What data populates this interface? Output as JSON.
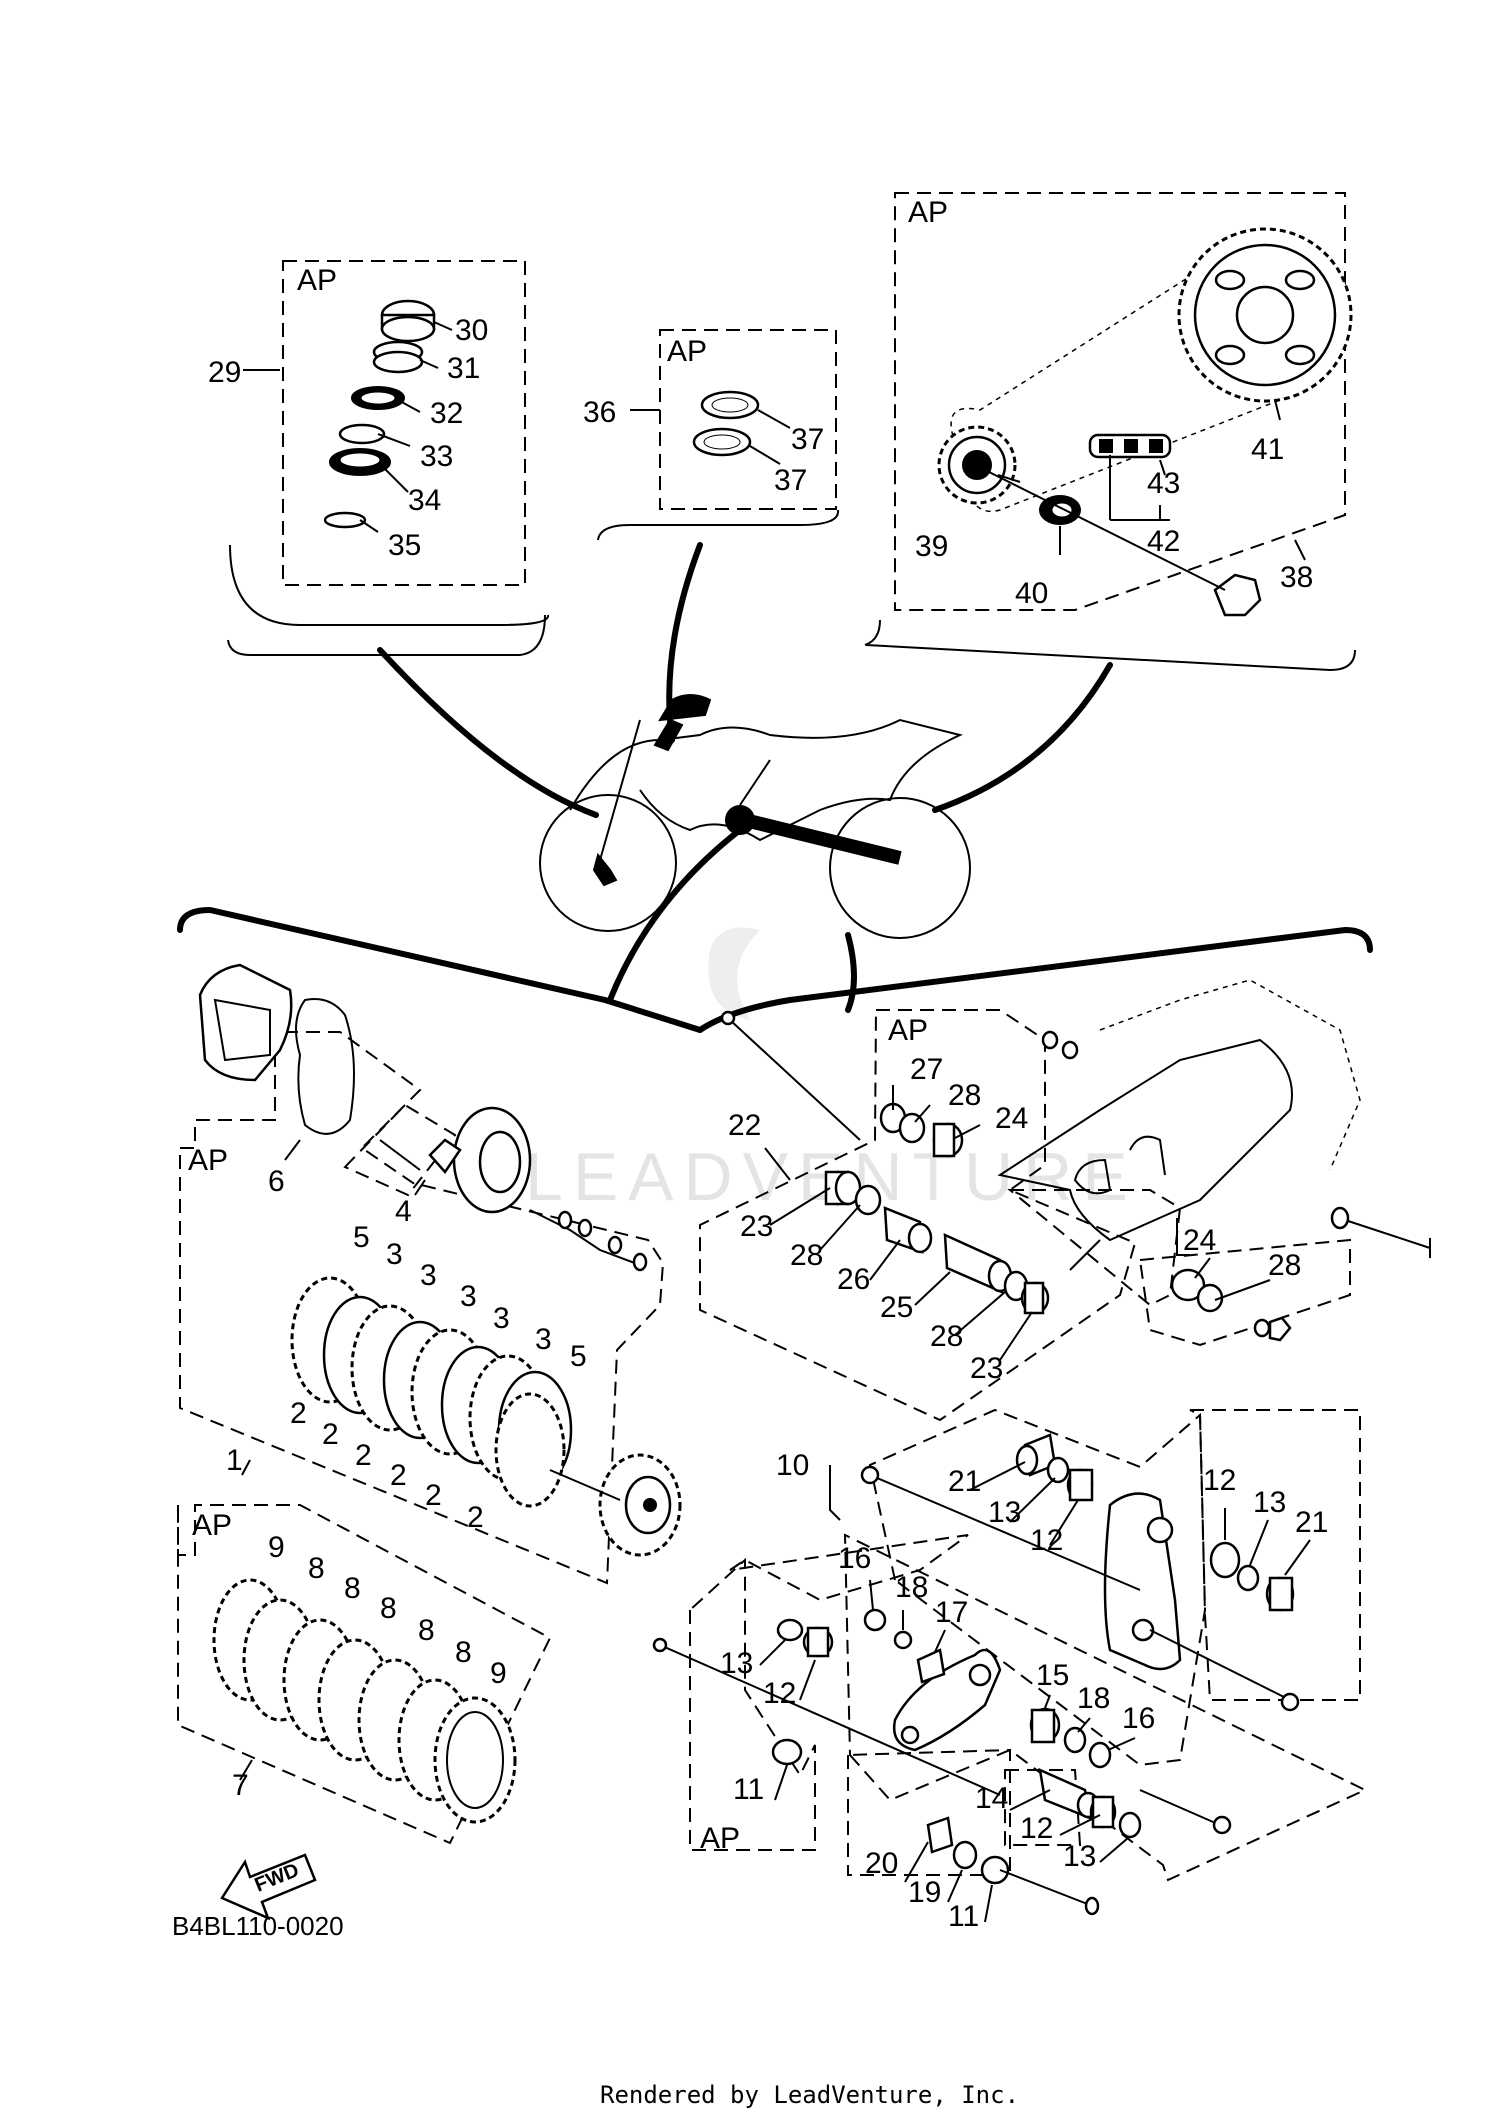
{
  "diagram": {
    "code": "B4BL110-0020",
    "footer": "Rendered by LeadVenture, Inc.",
    "watermark": "LEADVENTURE",
    "direction_label": "FWD",
    "assembly_label": "AP",
    "callouts": [
      {
        "id": "c30",
        "text": "30"
      },
      {
        "id": "c31",
        "text": "31"
      },
      {
        "id": "c29",
        "text": "29"
      },
      {
        "id": "c32",
        "text": "32"
      },
      {
        "id": "c33",
        "text": "33"
      },
      {
        "id": "c34",
        "text": "34"
      },
      {
        "id": "c35",
        "text": "35"
      },
      {
        "id": "c36",
        "text": "36"
      },
      {
        "id": "c37a",
        "text": "37"
      },
      {
        "id": "c37b",
        "text": "37"
      },
      {
        "id": "c41",
        "text": "41"
      },
      {
        "id": "c43",
        "text": "43"
      },
      {
        "id": "c39",
        "text": "39"
      },
      {
        "id": "c42",
        "text": "42"
      },
      {
        "id": "c38",
        "text": "38"
      },
      {
        "id": "c40",
        "text": "40"
      },
      {
        "id": "c27",
        "text": "27"
      },
      {
        "id": "c28a",
        "text": "28"
      },
      {
        "id": "c24a",
        "text": "24"
      },
      {
        "id": "c22",
        "text": "22"
      },
      {
        "id": "c6",
        "text": "6"
      },
      {
        "id": "c4",
        "text": "4"
      },
      {
        "id": "c23a",
        "text": "23"
      },
      {
        "id": "c28b",
        "text": "28"
      },
      {
        "id": "c26",
        "text": "26"
      },
      {
        "id": "c25",
        "text": "25"
      },
      {
        "id": "c28c",
        "text": "28"
      },
      {
        "id": "c23b",
        "text": "23"
      },
      {
        "id": "c24b",
        "text": "24"
      },
      {
        "id": "c28d",
        "text": "28"
      },
      {
        "id": "c5a",
        "text": "5"
      },
      {
        "id": "c3a",
        "text": "3"
      },
      {
        "id": "c3b",
        "text": "3"
      },
      {
        "id": "c3c",
        "text": "3"
      },
      {
        "id": "c3d",
        "text": "3"
      },
      {
        "id": "c3e",
        "text": "3"
      },
      {
        "id": "c5b",
        "text": "5"
      },
      {
        "id": "c2a",
        "text": "2"
      },
      {
        "id": "c2b",
        "text": "2"
      },
      {
        "id": "c2c",
        "text": "2"
      },
      {
        "id": "c2d",
        "text": "2"
      },
      {
        "id": "c2e",
        "text": "2"
      },
      {
        "id": "c2f",
        "text": "2"
      },
      {
        "id": "c1",
        "text": "1"
      },
      {
        "id": "c10",
        "text": "10"
      },
      {
        "id": "c21a",
        "text": "21"
      },
      {
        "id": "c13a",
        "text": "13"
      },
      {
        "id": "c12a",
        "text": "12"
      },
      {
        "id": "c12b",
        "text": "12"
      },
      {
        "id": "c13b",
        "text": "13"
      },
      {
        "id": "c21b",
        "text": "21"
      },
      {
        "id": "c9a",
        "text": "9"
      },
      {
        "id": "c8a",
        "text": "8"
      },
      {
        "id": "c8b",
        "text": "8"
      },
      {
        "id": "c8c",
        "text": "8"
      },
      {
        "id": "c8d",
        "text": "8"
      },
      {
        "id": "c8e",
        "text": "8"
      },
      {
        "id": "c9b",
        "text": "9"
      },
      {
        "id": "c7",
        "text": "7"
      },
      {
        "id": "c16a",
        "text": "16"
      },
      {
        "id": "c18a",
        "text": "18"
      },
      {
        "id": "c17",
        "text": "17"
      },
      {
        "id": "c13c",
        "text": "13"
      },
      {
        "id": "c12c",
        "text": "12"
      },
      {
        "id": "c15",
        "text": "15"
      },
      {
        "id": "c18b",
        "text": "18"
      },
      {
        "id": "c16b",
        "text": "16"
      },
      {
        "id": "c11a",
        "text": "11"
      },
      {
        "id": "c14",
        "text": "14"
      },
      {
        "id": "c12d",
        "text": "12"
      },
      {
        "id": "c13d",
        "text": "13"
      },
      {
        "id": "c20",
        "text": "20"
      },
      {
        "id": "c19",
        "text": "19"
      },
      {
        "id": "c11b",
        "text": "11"
      }
    ]
  }
}
